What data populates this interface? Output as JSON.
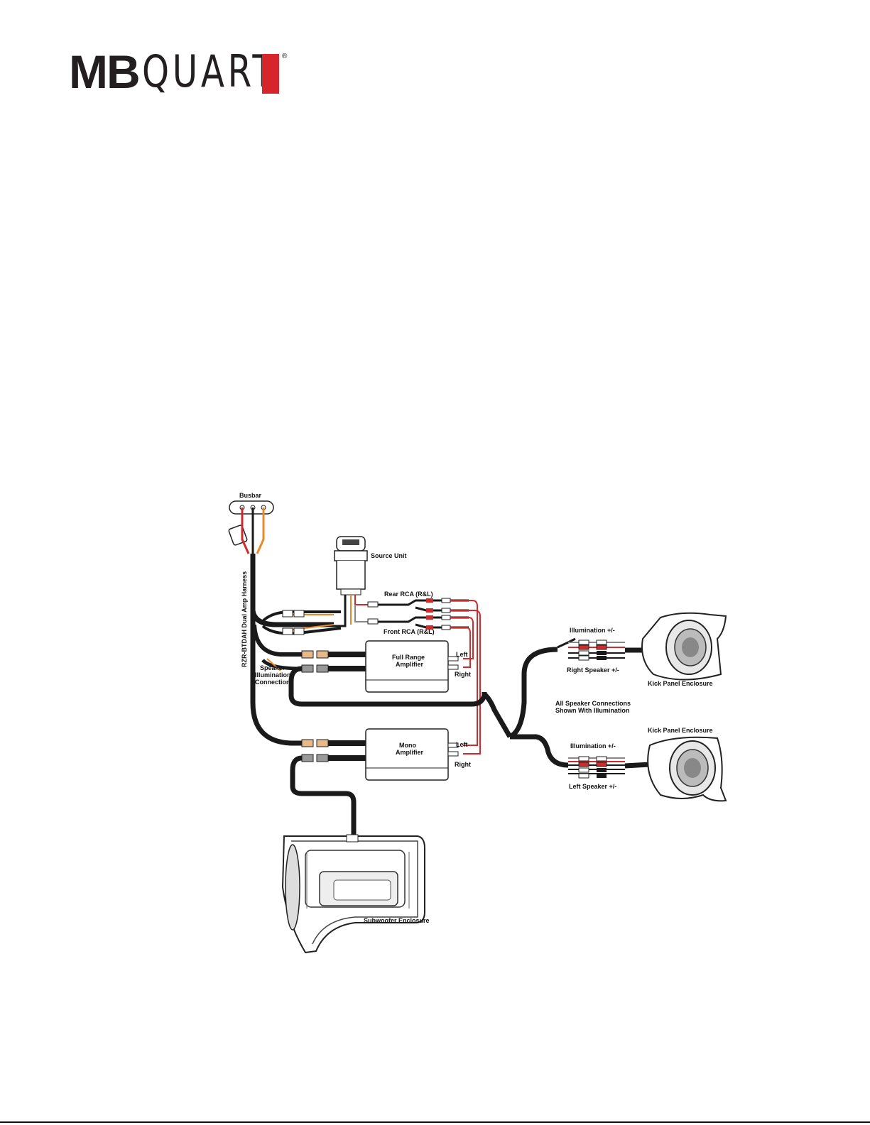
{
  "logo": {
    "brand_left": "MB",
    "brand_right": "QUART",
    "registered": "®",
    "accent_color": "#d7262b"
  },
  "labels": {
    "busbar": "Busbar",
    "source_unit": "Source Unit",
    "rear_rca": "Rear RCA (R&L)",
    "front_rca": "Front RCA (R&L)",
    "harness": "RZR-BTDAH Dual Amp Harness",
    "speaker_illum_1": "Speaker",
    "speaker_illum_2": "Illumination",
    "speaker_illum_3": "Connection",
    "full_range_1": "Full Range",
    "full_range_2": "Amplifier",
    "mono_1": "Mono",
    "mono_2": "Amplifier",
    "left_1": "Left",
    "right_1": "Right",
    "left_2": "Left",
    "right_2": "Right",
    "illum_top": "Illumination +/-",
    "right_speaker": "Right Speaker +/-",
    "kick_panel_top": "Kick Panel Enclosure",
    "all_connections_1": "All Speaker Connections",
    "all_connections_2": "Shown With Illumination",
    "kick_panel_bottom": "Kick Panel Enclosure",
    "illum_bottom": "Illumination +/-",
    "left_speaker": "Left Speaker +/-",
    "subwoofer": "Subwoofer Enclosure"
  },
  "colors": {
    "cable": "#1a1a1a",
    "rca": "#d12a2a",
    "connector": "#e6b88a",
    "orange": "#e8892a"
  }
}
